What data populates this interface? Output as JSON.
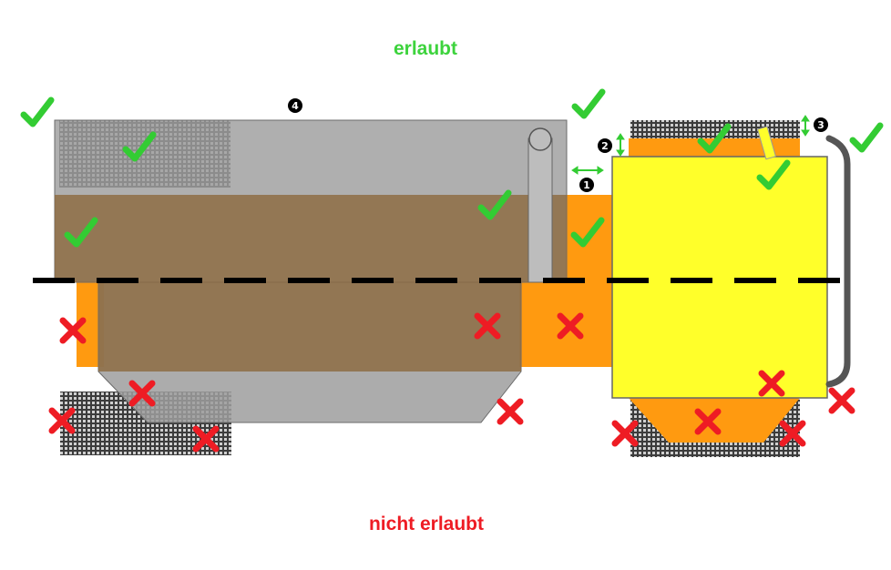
{
  "labels": {
    "allowed": "erlaubt",
    "not_allowed": "nicht erlaubt"
  },
  "markers": {
    "m1": "1",
    "m2": "2",
    "m3": "3",
    "m4": "4"
  },
  "colors": {
    "allowed": "#3dd33d",
    "not_allowed": "#ee1c24",
    "orange": "#ff9a10",
    "yellow": "#ffff2a",
    "gray_body": "#a6a6a6",
    "brown_overlay": "#8c6a40",
    "check": "#33cc33",
    "cross": "#ee1c24"
  },
  "icons": {
    "check": "check-icon",
    "cross": "cross-icon"
  }
}
